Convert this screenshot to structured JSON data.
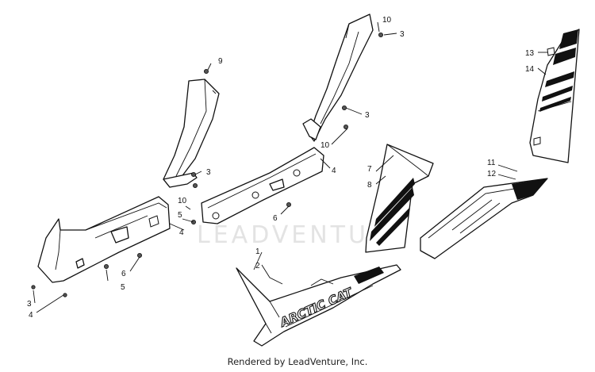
{
  "watermark": "LEADVENTURE",
  "logo_text": "ARCTIC CAT",
  "credit": "Rendered by LeadVenture, Inc.",
  "callouts": [
    "1",
    "2",
    "3",
    "4",
    "5",
    "6",
    "7",
    "8",
    "9",
    "10",
    "11",
    "12",
    "13",
    "14"
  ],
  "colors": {
    "line": "#111111",
    "watermark": "#e3e3e3",
    "background": "#ffffff"
  }
}
